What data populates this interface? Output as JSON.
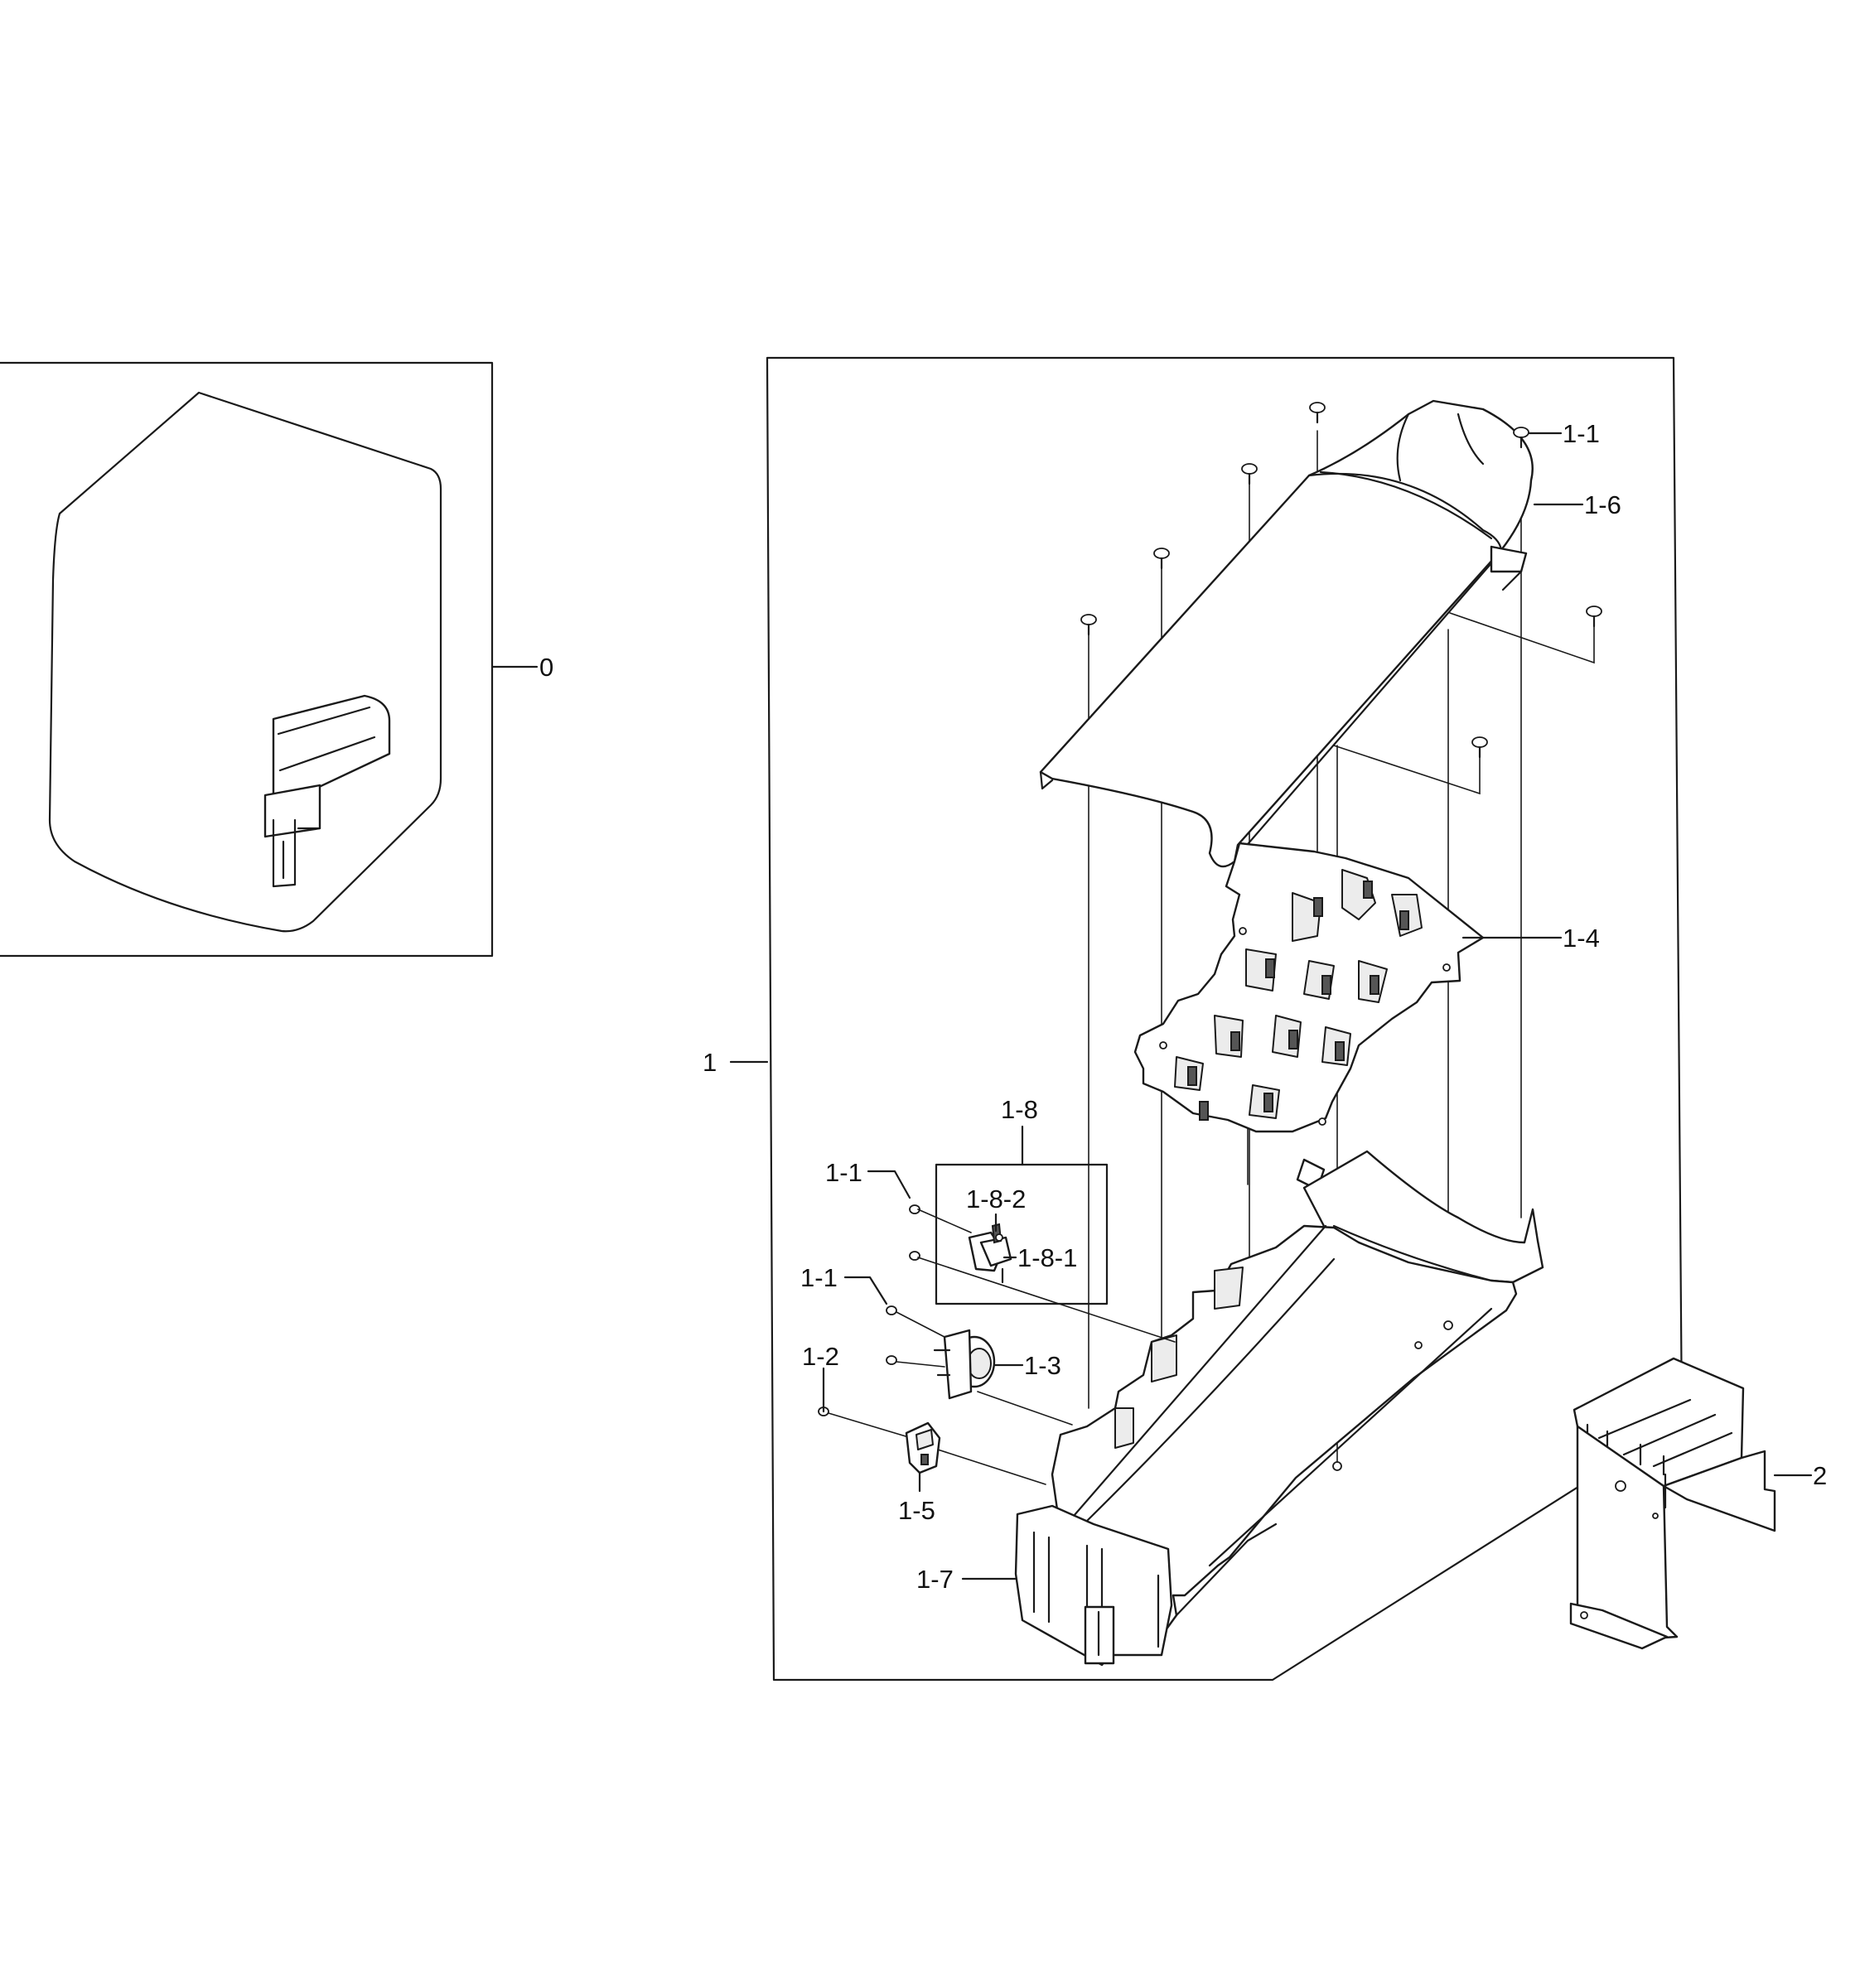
{
  "callouts": {
    "c0": "0",
    "c1": "1",
    "c1_1a": "1-1",
    "c1_1b": "1-1",
    "c1_1c": "1-1",
    "c1_2": "1-2",
    "c1_3": "1-3",
    "c1_4": "1-4",
    "c1_5": "1-5",
    "c1_6": "1-6",
    "c1_7": "1-7",
    "c1_8": "1-8",
    "c1_8_1": "1-8-1",
    "c1_8_2": "1-8-2",
    "c2": "2"
  }
}
